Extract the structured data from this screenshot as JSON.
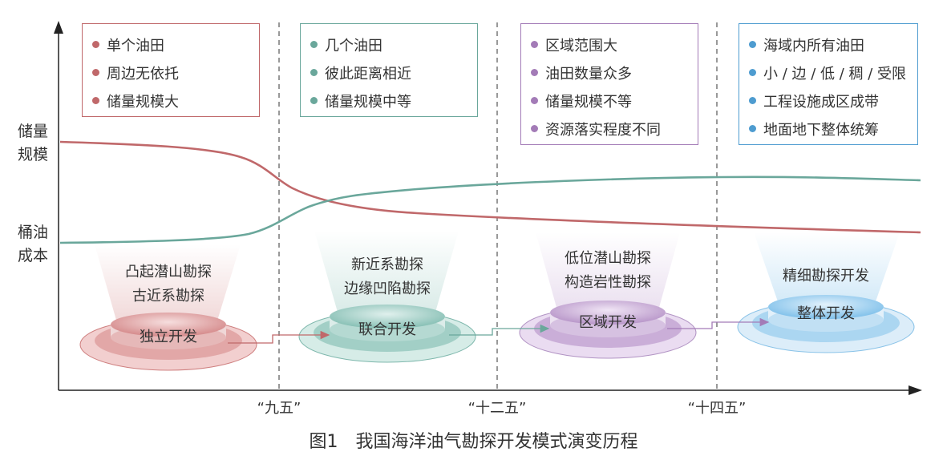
{
  "y_axis": {
    "upper_label": [
      "储量",
      "规模"
    ],
    "lower_label": [
      "桶油",
      "成本"
    ]
  },
  "x_ticks": [
    "“九五”",
    "“十二五”",
    "“十四五”"
  ],
  "boxes": [
    {
      "color": "#c0686a",
      "items": [
        "单个油田",
        "周边无依托",
        "储量规模大"
      ]
    },
    {
      "color": "#6aa79b",
      "items": [
        "几个油田",
        "彼此距离相近",
        "储量规模中等"
      ]
    },
    {
      "color": "#a37bb7",
      "items": [
        "区域范围大",
        "油田数量众多",
        "储量规模不等",
        "资源落实程度不同"
      ]
    },
    {
      "color": "#4e9cd0",
      "items": [
        "海域内所有油田",
        "小 / 边 / 低 / 稠 / 受限",
        "工程设施成区成带",
        "地面地下整体统筹"
      ]
    }
  ],
  "stages": [
    {
      "lines": [
        "凸起潜山勘探",
        "古近系勘探"
      ],
      "mode": "独立开发",
      "color": "#c8696a"
    },
    {
      "lines": [
        "新近系勘探",
        "边缘凹陷勘探"
      ],
      "mode": "联合开发",
      "color": "#6ab0a3"
    },
    {
      "lines": [
        "低位潜山勘探",
        "构造岩性勘探"
      ],
      "mode": "区域开发",
      "color": "#ad84c2"
    },
    {
      "lines": [
        "精细勘探开发"
      ],
      "mode": "整体开发",
      "color": "#5aaee4"
    }
  ],
  "curves": {
    "reserve_color": "#c0686a",
    "cost_color": "#6aa79b"
  },
  "caption": "图1　我国海洋油气勘探开发模式演变历程"
}
